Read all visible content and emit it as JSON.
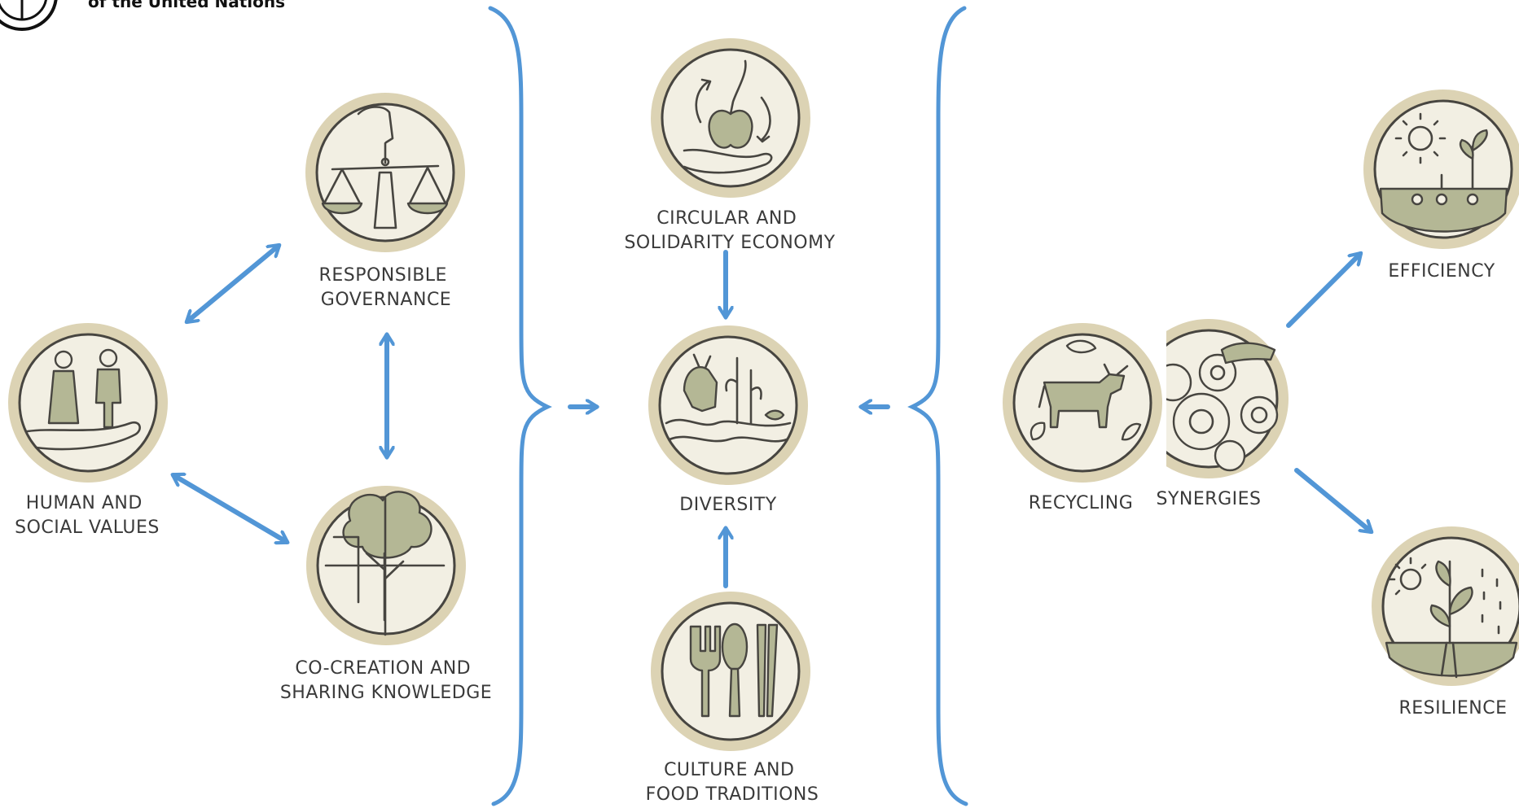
{
  "header": {
    "org_line": "of the United Nations"
  },
  "elements": {
    "responsible_governance": [
      "RESPONSIBLE",
      "GOVERNANCE"
    ],
    "human_social_values": [
      "HUMAN AND",
      "SOCIAL VALUES"
    ],
    "co_creation": [
      "CO-CREATION AND",
      "SHARING KNOWLEDGE"
    ],
    "circular_economy": [
      "CIRCULAR AND",
      "SOLIDARITY ECONOMY"
    ],
    "diversity": [
      "DIVERSITY"
    ],
    "culture_food": [
      "CULTURE AND",
      "FOOD TRADITIONS"
    ],
    "recycling": [
      "RECYCLING"
    ],
    "synergies": [
      "SYNERGIES"
    ],
    "efficiency": [
      "EFFICIENCY"
    ],
    "resilience": [
      "RESILIENCE"
    ]
  },
  "icons": {
    "responsible_governance": "scales-icon",
    "human_social_values": "people-in-hand-icon",
    "co_creation": "tree-puzzle-icon",
    "circular_economy": "apple-cycle-icon",
    "diversity": "animal-plant-fish-icon",
    "culture_food": "utensils-icon",
    "recycling": "cow-leaves-icon",
    "synergies": "gears-icon",
    "efficiency": "sun-sprouts-icon",
    "resilience": "sun-rain-plant-icon"
  },
  "colors": {
    "arrow": "#5296d6",
    "ring": "#dcd3b4",
    "icon_bg": "#f2efe3",
    "icon_fill": "#b4b795",
    "ink": "#474540",
    "text": "#3a3a3a"
  }
}
